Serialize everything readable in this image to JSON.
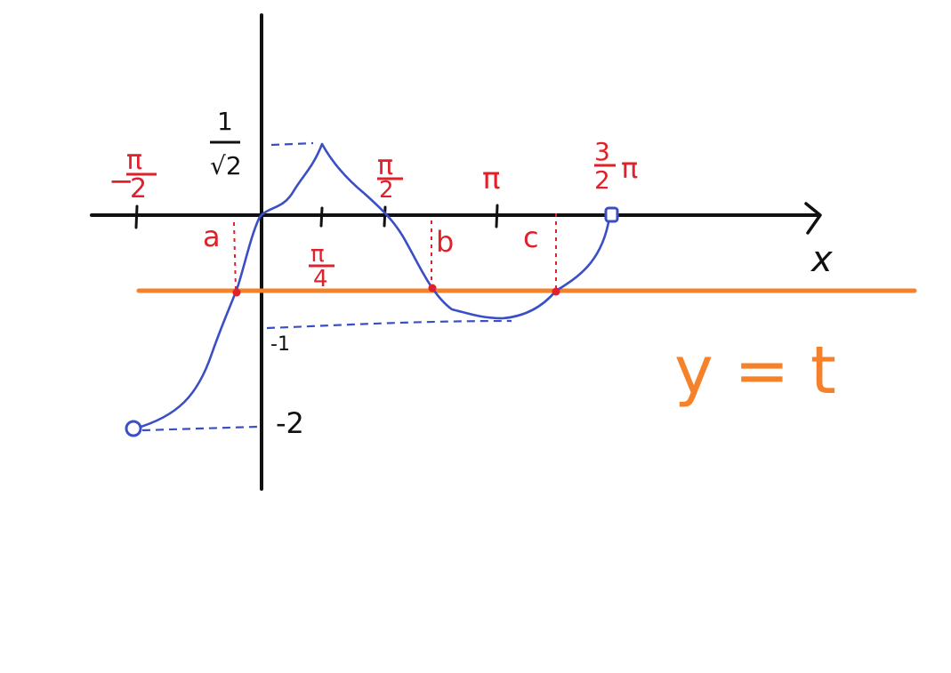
{
  "diagram": {
    "axis_x_label": "x",
    "tick_labels": {
      "neg_pi_half": {
        "sign": "−",
        "num": "π",
        "den": "2"
      },
      "pi_quarter": {
        "num": "π",
        "den": "4"
      },
      "pi_half": {
        "num": "π",
        "den": "2"
      },
      "pi": "π",
      "three_half_pi": {
        "num": "3",
        "den": "2",
        "suffix": "π"
      }
    },
    "y_labels": {
      "one_over_root2": {
        "num": "1",
        "den": "√2"
      },
      "minus_one": "-1",
      "minus_two": "-2"
    },
    "intersection_labels": [
      "a",
      "b",
      "c"
    ],
    "line_label": "y = t",
    "colors": {
      "axes": "#111111",
      "curve": "#3a4fc4",
      "line": "#f5822a",
      "labels": "#e0202a",
      "guides": "#e0202a"
    }
  }
}
